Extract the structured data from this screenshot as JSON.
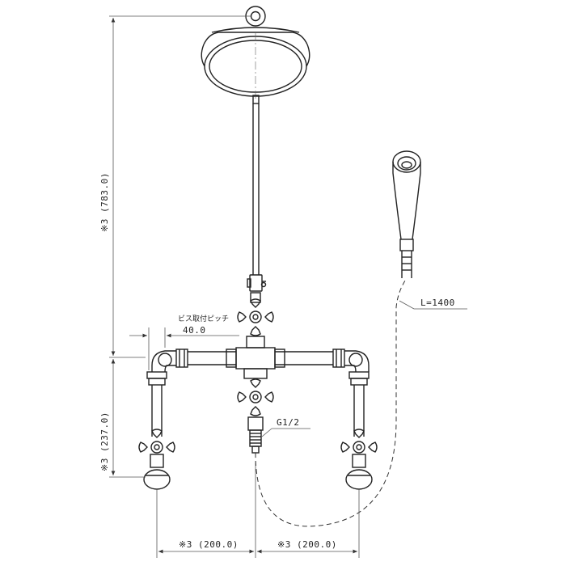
{
  "dimensions": {
    "height_total": "※3 (783.0)",
    "height_lower": "※3 (237.0)",
    "screw_pitch_label": "ビス取付ピッチ",
    "screw_pitch_value": "40.0",
    "width_left": "※3 (200.0)",
    "width_right": "※3 (200.0)"
  },
  "callouts": {
    "hose_length": "L=1400",
    "thread": "G1/2"
  },
  "colors": {
    "line": "#222222",
    "dim": "#555555"
  }
}
